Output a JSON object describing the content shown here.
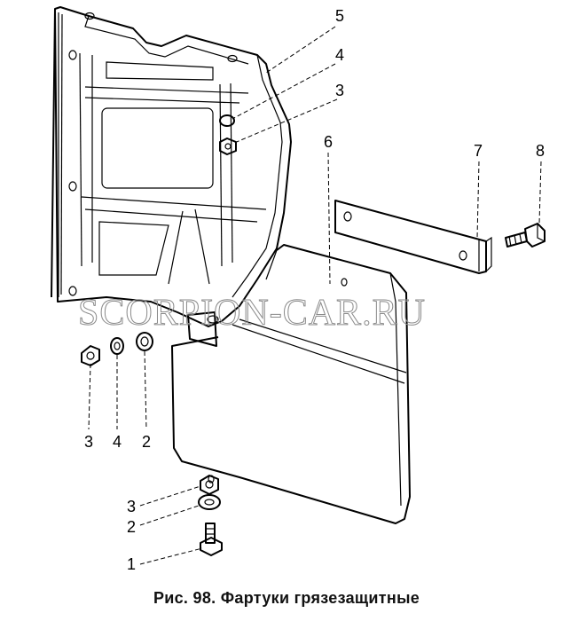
{
  "caption": "Рис. 98. Фартуки грязезащитные",
  "watermark": "SCORPION-CAR.RU",
  "callouts": {
    "c5": "5",
    "c4_top": "4",
    "c3_top": "3",
    "c6": "6",
    "c7": "7",
    "c8": "8",
    "c3_mid": "3",
    "c4_mid": "4",
    "c2_mid": "2",
    "c3_low": "3",
    "c2_low": "2",
    "c1": "1"
  }
}
